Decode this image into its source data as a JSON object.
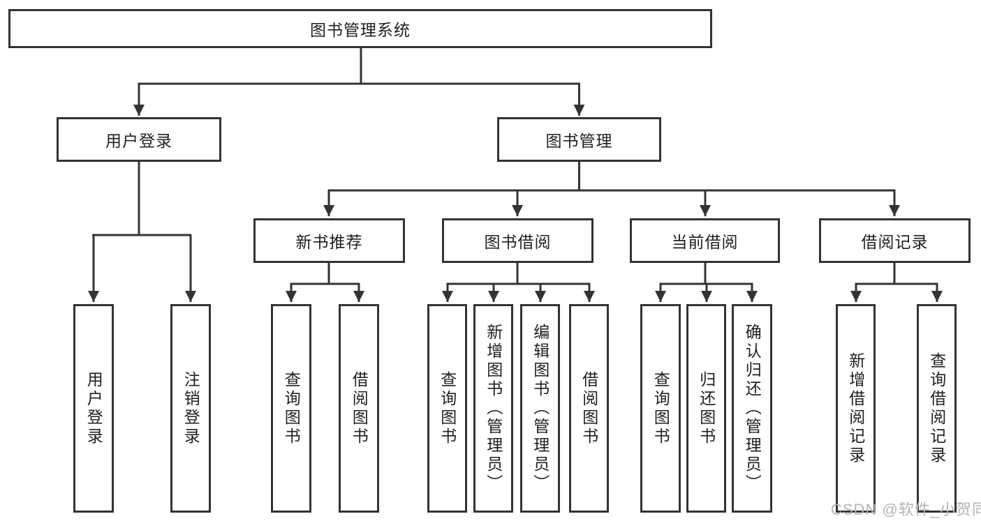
{
  "root": {
    "label": "图书管理系统"
  },
  "level2": [
    {
      "label": "用户登录"
    },
    {
      "label": "图书管理"
    }
  ],
  "level3": [
    {
      "label": "新书推荐"
    },
    {
      "label": "图书借阅"
    },
    {
      "label": "当前借阅"
    },
    {
      "label": "借阅记录"
    }
  ],
  "leaves": {
    "user_login": [
      {
        "label": "用户登录"
      },
      {
        "label": "注销登录"
      }
    ],
    "new_book_recommend": [
      {
        "label": "查询图书"
      },
      {
        "label": "借阅图书"
      }
    ],
    "book_borrow": [
      {
        "label": "查询图书"
      },
      {
        "label": "新增图书（管理员）"
      },
      {
        "label": "编辑图书（管理员）"
      },
      {
        "label": "借阅图书"
      }
    ],
    "current_borrow": [
      {
        "label": "查询图书"
      },
      {
        "label": "归还图书"
      },
      {
        "label": "确认归还（管理员）"
      }
    ],
    "borrow_records": [
      {
        "label": "新增借阅记录"
      },
      {
        "label": "查询借阅记录"
      }
    ]
  },
  "watermark": "CSDN @软件_小贺同学",
  "colors": {
    "line": "#333333",
    "text": "#1f1f1f",
    "watermark_text": "#b4b4b4",
    "background": "#ffffff"
  }
}
